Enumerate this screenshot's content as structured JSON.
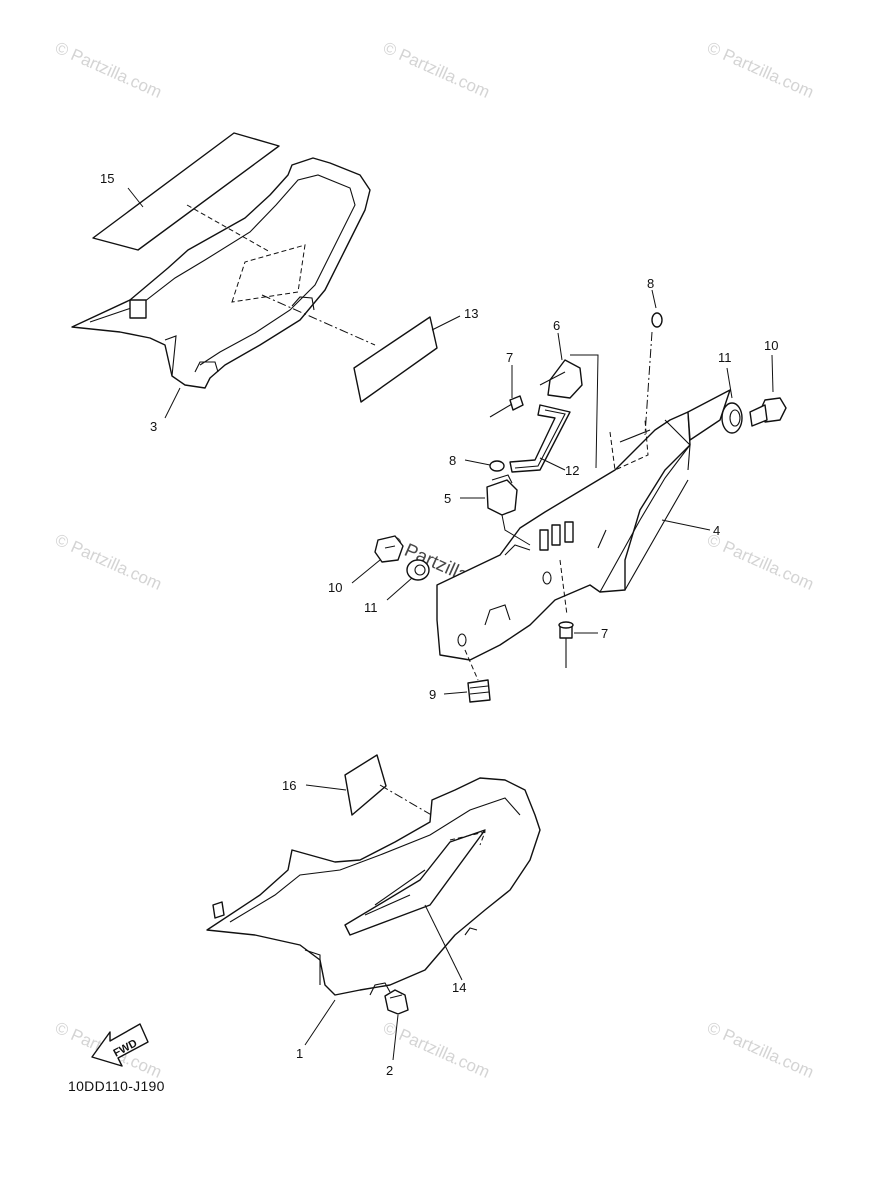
{
  "watermark": {
    "text": "© Partzilla.com"
  },
  "reference_code": "10DD110-J190",
  "fwd_label": "FWD",
  "callouts": [
    "1",
    "2",
    "3",
    "4",
    "5",
    "6",
    "7",
    "7",
    "8",
    "8",
    "9",
    "10",
    "10",
    "11",
    "11",
    "12",
    "13",
    "14",
    "15",
    "16"
  ]
}
